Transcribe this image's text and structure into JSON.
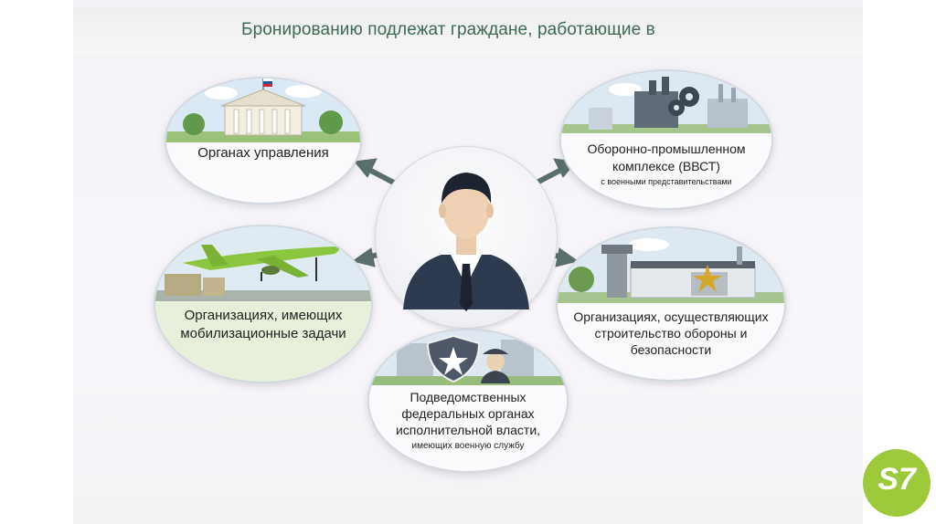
{
  "slide": {
    "title": "Бронированию подлежат граждане, работающие в"
  },
  "nodes": {
    "government": {
      "label": "Органах управления"
    },
    "defense": {
      "label_line1": "Оборонно-промышленном",
      "label_line2": "комплексе (ВВСТ)",
      "sublabel": "с военными представительствами"
    },
    "mobilization": {
      "label_line1": "Организациях, имеющих",
      "label_line2": "мобилизационные задачи"
    },
    "construction": {
      "label_line1": "Организациях, осуществляющих",
      "label_line2": "строительство обороны и",
      "label_line3": "безопасности"
    },
    "federal": {
      "label_line1": "Подведомственных",
      "label_line2": "федеральных органах",
      "label_line3": "исполнительной власти,",
      "sublabel": "имеющих военную службу"
    }
  },
  "logo": {
    "text": "S7",
    "color": "#9dc83a"
  },
  "colors": {
    "title": "#3f6a52",
    "arrow": "#5a6f6c",
    "aircraft": "#8cc63f",
    "suit": "#2e3a4d"
  }
}
